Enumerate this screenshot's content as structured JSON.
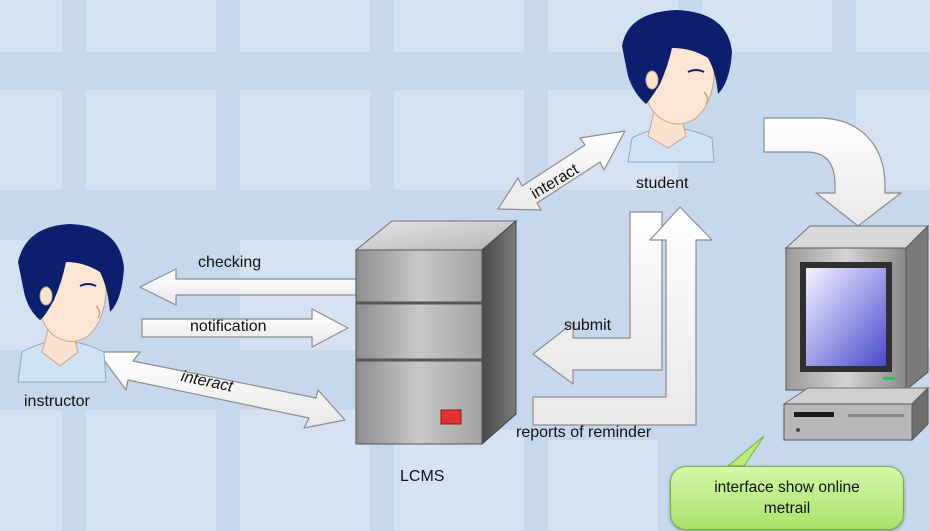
{
  "labels": {
    "checking": "checking",
    "notification": "notification",
    "interact_instructor": "interact",
    "interact_student": "interact",
    "instructor": "instructor",
    "student": "student",
    "lcms": "LCMS",
    "submit": "submit",
    "reports": "reports of reminder"
  },
  "callout": {
    "line1": "interface show online",
    "line2": "metrail"
  },
  "colors": {
    "background": "#c9d9ec",
    "tile": "#d6e3f2",
    "arrow_fill": "#ffffff",
    "arrow_stroke": "#8a8a8a",
    "callout": "#b8ea7c",
    "server_light": "#b4b4b4",
    "server_dark": "#5a5a5a",
    "led": "#e53030",
    "hair": "#0a1e6e",
    "skin": "#fbe6d4",
    "shirt": "#cfe3f5"
  }
}
